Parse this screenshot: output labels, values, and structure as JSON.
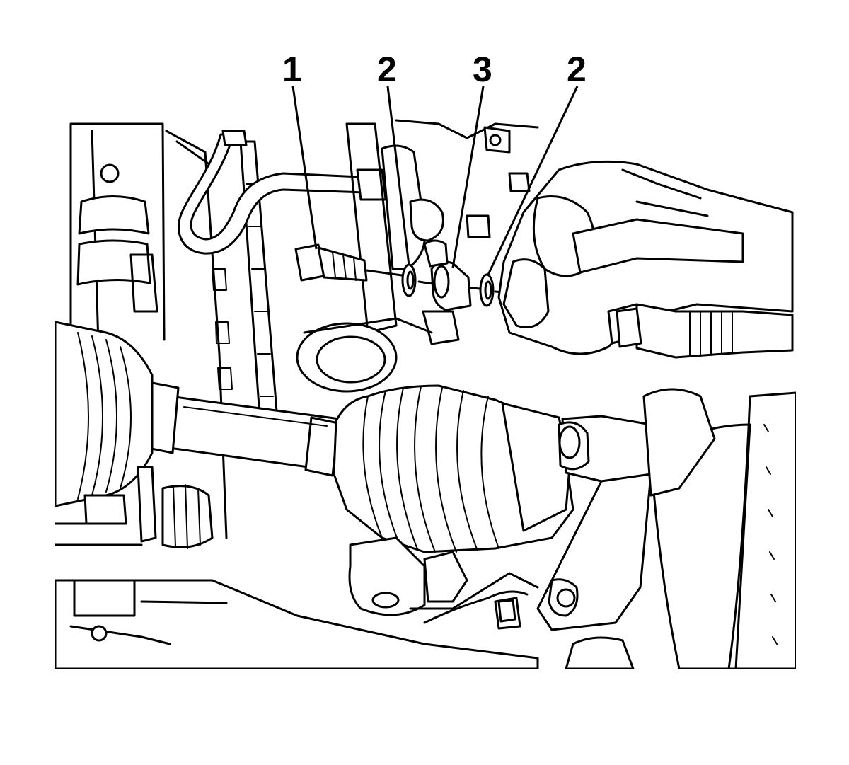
{
  "callouts": [
    {
      "id": "c1",
      "label": "1"
    },
    {
      "id": "c2a",
      "label": "2"
    },
    {
      "id": "c3",
      "label": "3"
    },
    {
      "id": "c2b",
      "label": "2"
    }
  ]
}
